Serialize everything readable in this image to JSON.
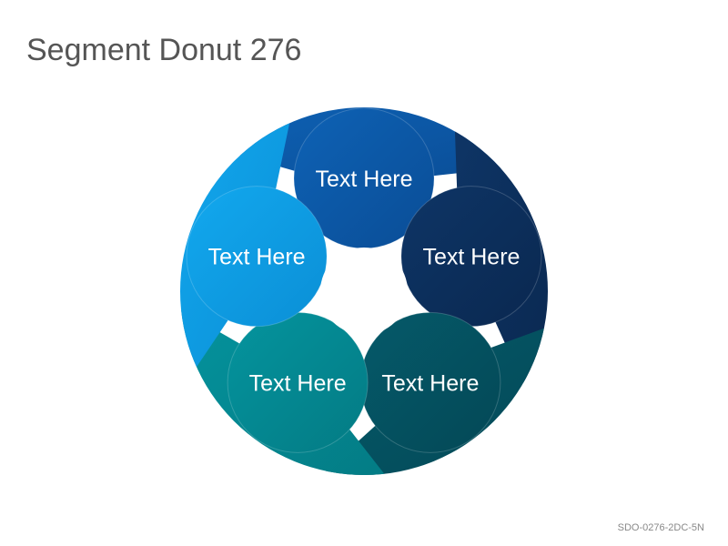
{
  "title": "Segment Donut 276",
  "code": "SDO-0276-2DC-5N",
  "colors": {
    "background": "#ffffff",
    "title": "#555555",
    "code": "#888888"
  },
  "segments": [
    {
      "label": "Text Here",
      "color": "#0E62B5",
      "dark": "#0A4D96"
    },
    {
      "label": "Text Here",
      "color": "#0E3566",
      "dark": "#0A2850"
    },
    {
      "label": "Text Here",
      "color": "#055A6A",
      "dark": "#044856"
    },
    {
      "label": "Text Here",
      "color": "#05949E",
      "dark": "#037B84"
    },
    {
      "label": "Text Here",
      "color": "#12A8EE",
      "dark": "#0B8FD6"
    }
  ]
}
